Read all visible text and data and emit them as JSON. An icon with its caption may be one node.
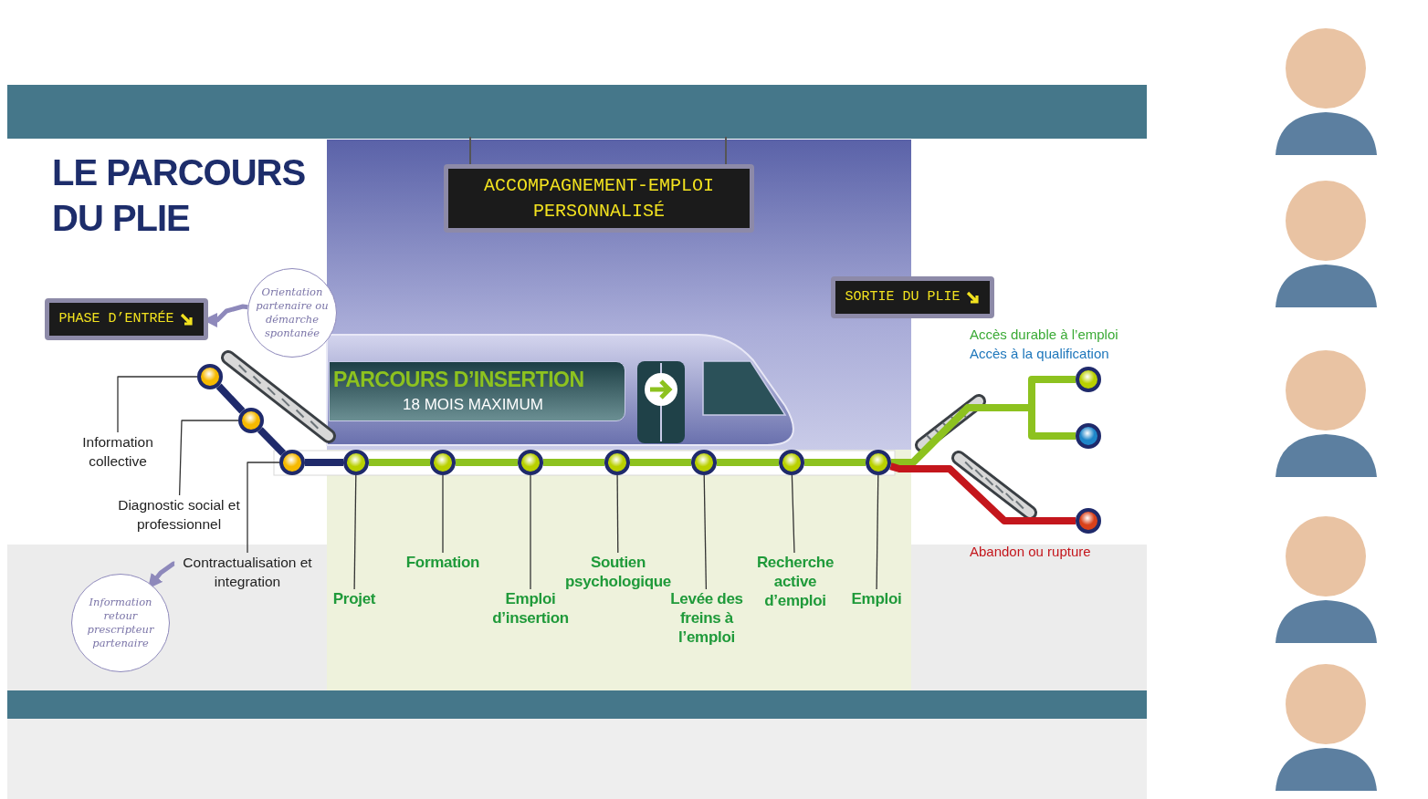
{
  "diagram": {
    "title": "LE PARCOURS DU PLIE",
    "nodes": [
      {
        "text": [
          "ACCOMPAGNEMENT-EMPLOI PERSONNALISÉ"
        ]
      },
      {
        "text": [
          "PHASE D’ENTRÉE"
        ]
      },
      {
        "text": [
          "SORTIE DU PLIE"
        ]
      },
      {
        "text": [
          "Orientation partenaire ou démarche spontanée"
        ]
      },
      {
        "text": [
          "Information retour prescripteur partenaire"
        ]
      },
      {
        "text": [
          "PARCOURS D’INSERTION",
          "18 MOIS MAXIMUM"
        ]
      },
      {
        "text": [],
        "shape": "circle"
      },
      {
        "text": [],
        "shape": "circle"
      },
      {
        "text": [],
        "shape": "circle"
      },
      {
        "text": [],
        "shape": "circle"
      },
      {
        "text": [],
        "shape": "circle"
      },
      {
        "text": [],
        "shape": "circle"
      },
      {
        "text": [],
        "shape": "circle"
      },
      {
        "text": [],
        "shape": "circle"
      },
      {
        "text": [],
        "shape": "circle"
      },
      {
        "text": [],
        "shape": "circle"
      },
      {
        "text": [],
        "shape": "circle"
      },
      {
        "text": [],
        "shape": "circle"
      },
      {
        "text": [],
        "shape": "circle"
      },
      {
        "text": [
          "Information collective"
        ]
      },
      {
        "text": [
          "Diagnostic social et professionnel"
        ]
      },
      {
        "text": [
          "Contractualisation et integration"
        ]
      },
      {
        "text": [
          "Projet"
        ]
      },
      {
        "text": [
          "Formation"
        ]
      },
      {
        "text": [
          "Emploi d’insertion"
        ]
      },
      {
        "text": [
          "Soutien psychologique"
        ]
      },
      {
        "text": [
          "Levée des freins à l’emploi"
        ]
      },
      {
        "text": [
          "Recherche active d’emploi"
        ]
      },
      {
        "text": [
          "Emploi"
        ]
      }
    ],
    "edges": [
      {
        "from": 6,
        "to": 7,
        "arrow": "none",
        "color": "#1f2a6b"
      },
      {
        "from": 7,
        "to": 8,
        "arrow": "none",
        "color": "#1f2a6b"
      },
      {
        "from": 8,
        "to": 9,
        "arrow": "none",
        "color": "#1f2a6b"
      },
      {
        "from": 9,
        "to": 10,
        "arrow": "none",
        "color": "#8dc21f"
      },
      {
        "from": 10,
        "to": 11,
        "arrow": "none",
        "color": "#8dc21f"
      },
      {
        "from": 11,
        "to": 12,
        "arrow": "none",
        "color": "#8dc21f"
      },
      {
        "from": 12,
        "to": 13,
        "arrow": "none",
        "color": "#8dc21f"
      },
      {
        "from": 13,
        "to": 14,
        "arrow": "none",
        "color": "#8dc21f"
      },
      {
        "from": 14,
        "to": 15,
        "arrow": "none",
        "color": "#8dc21f"
      },
      {
        "from": 15,
        "to": 16,
        "arrow": "none",
        "color": "#8dc21f"
      },
      {
        "from": 15,
        "to": 17,
        "arrow": "none",
        "color": "#8dc21f"
      },
      {
        "from": 15,
        "to": 18,
        "arrow": "none",
        "color": "#c4161c"
      },
      {
        "from": 19,
        "to": 6,
        "arrow": "none"
      },
      {
        "from": 20,
        "to": 7,
        "arrow": "none"
      },
      {
        "from": 21,
        "to": 8,
        "arrow": "none"
      },
      {
        "from": 22,
        "to": 9,
        "arrow": "none"
      },
      {
        "from": 23,
        "to": 10,
        "arrow": "none"
      },
      {
        "from": 24,
        "to": 11,
        "arrow": "none"
      },
      {
        "from": 25,
        "to": 12,
        "arrow": "none"
      },
      {
        "from": 26,
        "to": 13,
        "arrow": "none"
      },
      {
        "from": 27,
        "to": 14,
        "arrow": "none"
      },
      {
        "from": 28,
        "to": 15,
        "arrow": "none"
      },
      {
        "from": 3,
        "to": 1,
        "arrow": "to",
        "color": "#8e89bb"
      },
      {
        "from": 21,
        "to": 4,
        "arrow": "to",
        "color": "#8e89bb"
      }
    ],
    "labels": [
      "Accès durable à l’emploi",
      "Accès à la qualification",
      "Abandon ou rupture"
    ]
  }
}
